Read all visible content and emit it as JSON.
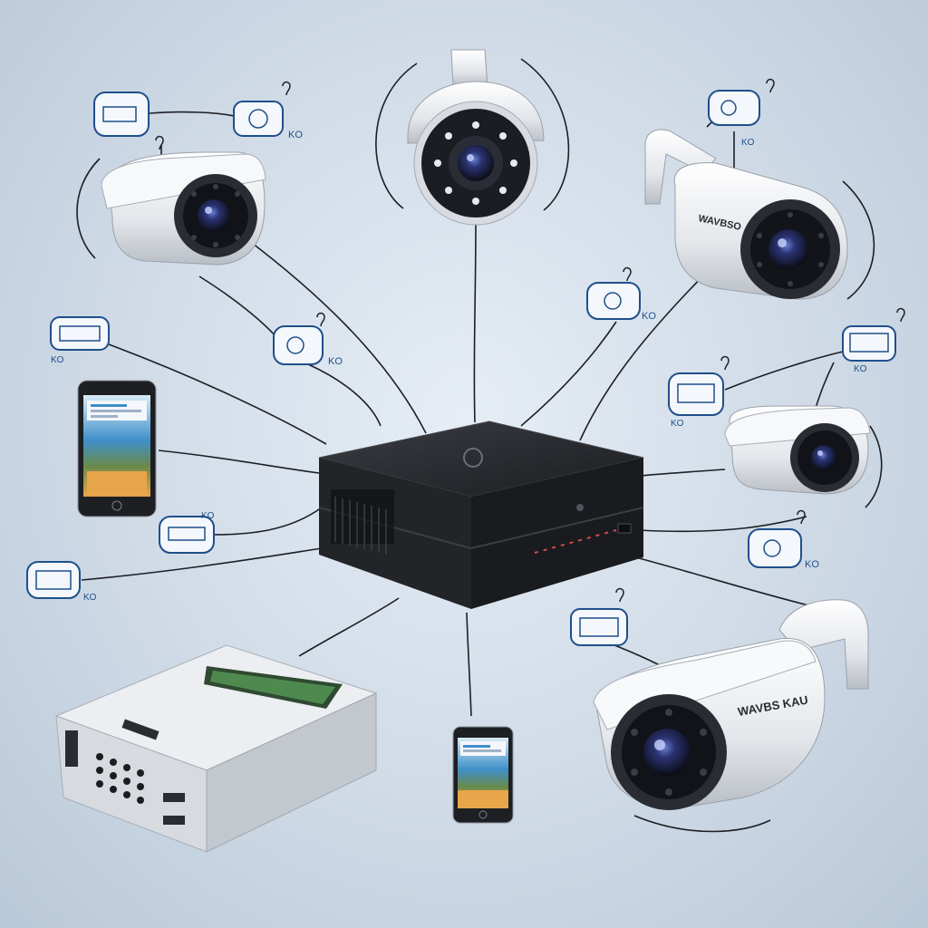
{
  "diagram": {
    "hub": {
      "icon": "nvr-hub-icon"
    },
    "cameras": [
      {
        "icon": "bullet-camera-icon"
      },
      {
        "icon": "dome-camera-icon"
      },
      {
        "icon": "bullet-camera-icon",
        "label": "WAVBSO"
      },
      {
        "icon": "bullet-camera-icon"
      },
      {
        "icon": "bullet-camera-icon",
        "label": "WAVBS KAU"
      }
    ],
    "phones": [
      {
        "icon": "smartphone-icon"
      },
      {
        "icon": "smartphone-icon"
      }
    ],
    "recorder": {
      "icon": "dvr-recorder-icon"
    },
    "badges": [
      {
        "icon": "device-badge-icon",
        "label": "KO"
      },
      {
        "icon": "device-badge-icon",
        "label": "KO"
      },
      {
        "icon": "device-badge-icon",
        "label": "KO"
      },
      {
        "icon": "device-badge-icon",
        "label": "KO"
      },
      {
        "icon": "device-badge-icon",
        "label": "KO"
      },
      {
        "icon": "device-badge-icon",
        "label": "KO"
      },
      {
        "icon": "device-badge-icon",
        "label": "KO"
      },
      {
        "icon": "device-badge-icon",
        "label": "KO"
      },
      {
        "icon": "device-badge-icon",
        "label": "KO"
      },
      {
        "icon": "device-badge-icon",
        "label": "KO"
      }
    ],
    "colors": {
      "hub": "#2b2d31",
      "camera_body": "#eef0f3",
      "lens": "#1a1c22",
      "badge_stroke": "#1f4f8a",
      "line": "#1d1f24",
      "phone_screen": "#e9a54a",
      "recorder_screen": "#5aa05a"
    }
  }
}
